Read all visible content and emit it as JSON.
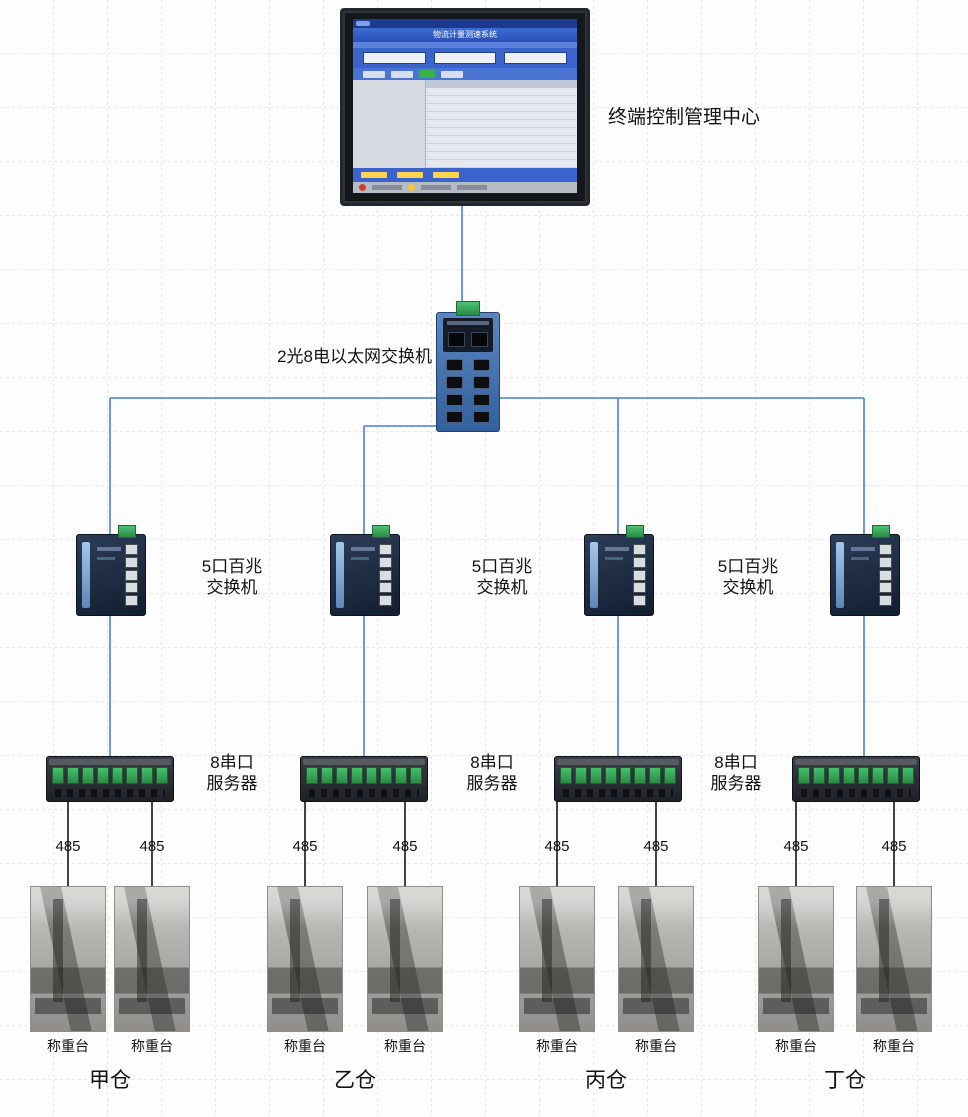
{
  "diagram": {
    "control_center_label": "终端控制管理中心",
    "main_switch_label": "2光8电以太网交换机",
    "switch5_label": "5口百兆\n交换机",
    "serial_server_label": "8串口\n服务器",
    "rs485": "485",
    "scale_label": "称重台",
    "warehouses": [
      "甲仓",
      "乙仓",
      "丙仓",
      "丁仓"
    ],
    "monitor": {
      "screen_title": "物流计量测速系统"
    },
    "colors": {
      "network_line": "#4b7fd0",
      "serial_line": "#222222",
      "grid_line": "#d4d4d4",
      "connector_green": "#2f9e4f",
      "device_blue": "#3f6fae"
    }
  }
}
